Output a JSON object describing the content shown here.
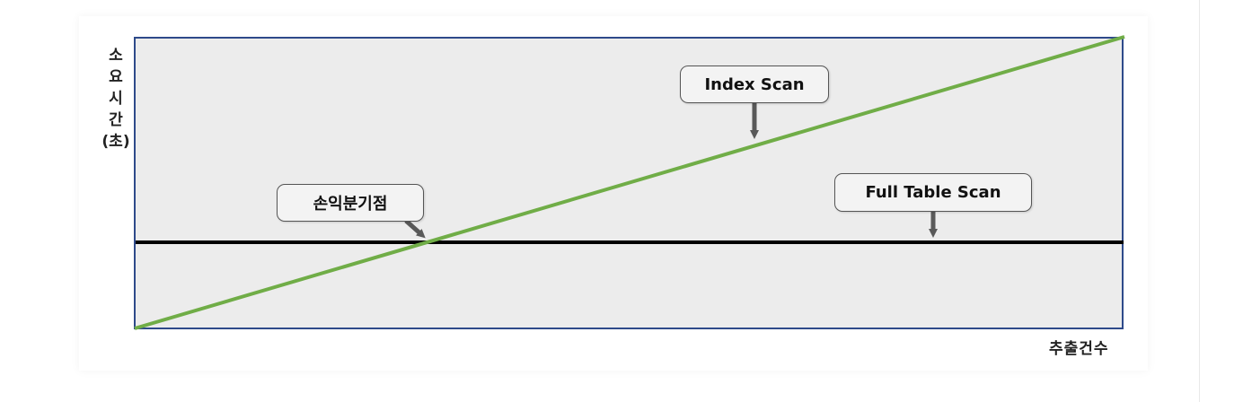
{
  "diagram": {
    "y_axis_label_chars": [
      "소",
      "요",
      "시",
      "간",
      "(초)"
    ],
    "x_axis_label": "추출건수",
    "callouts": {
      "break_even": "손익분기점",
      "index_scan": "Index Scan",
      "full_table_scan": "Full Table Scan"
    },
    "colors": {
      "plot_background": "#ececec",
      "plot_border": "#2e4a8a",
      "index_scan_line": "#70ad47",
      "full_table_scan_line": "#000000",
      "arrow": "#595959"
    }
  }
}
